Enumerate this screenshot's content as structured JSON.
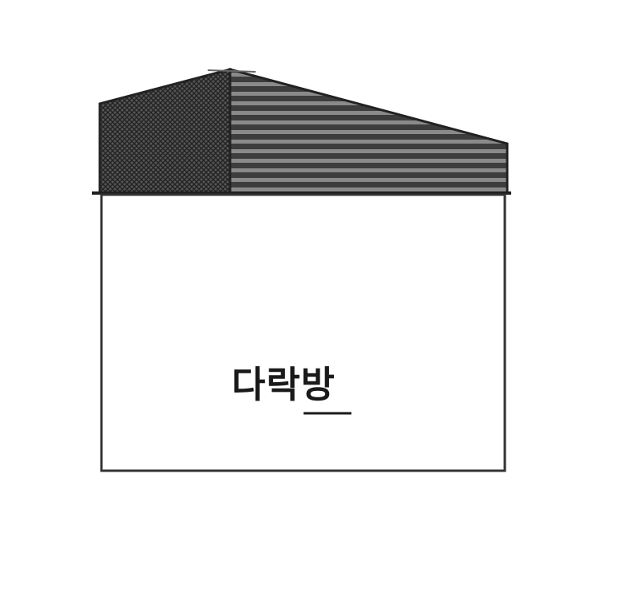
{
  "room": {
    "label": "다락방"
  },
  "colors": {
    "outline": "#2a2a2a",
    "left_roof_fill": "#3a3a3a",
    "right_roof_fill": "#4a4a4a",
    "wall_fill": "#ffffff"
  },
  "icons": {
    "left_roof": "crosshatch-pattern",
    "right_roof": "horizontal-stripe-pattern"
  }
}
